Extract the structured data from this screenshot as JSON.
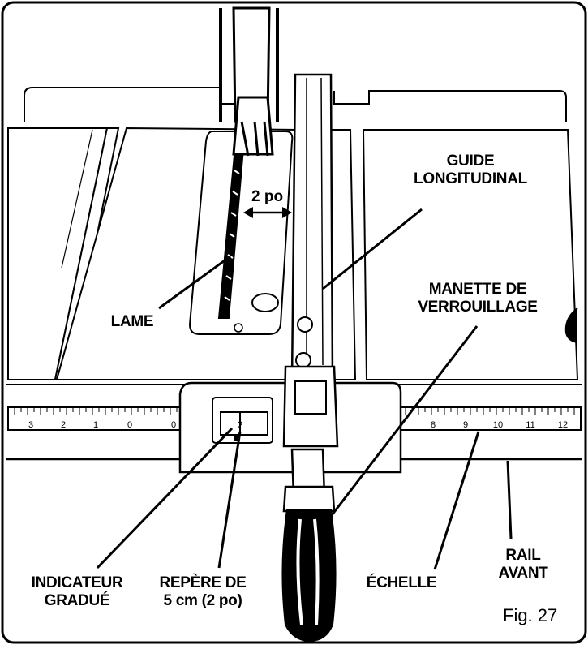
{
  "figure": "Fig. 27",
  "dimension_label": "2 po",
  "labels": {
    "guide": [
      "GUIDE",
      "LONGITUDINAL"
    ],
    "lame": [
      "LAME"
    ],
    "manette": [
      "MANETTE DE",
      "VERROUILLAGE"
    ],
    "indicateur": [
      "INDICATEUR",
      "GRADUÉ"
    ],
    "repere": [
      "REPÈRE DE",
      "5 cm (2 po)"
    ],
    "echelle": [
      "ÉCHELLE"
    ],
    "rail": [
      "RAIL",
      "AVANT"
    ]
  },
  "scale_left": [
    "3",
    "2",
    "1",
    "0",
    "0"
  ],
  "scale_right": [
    "8",
    "9",
    "10",
    "11",
    "12"
  ],
  "indicator_value": "2"
}
